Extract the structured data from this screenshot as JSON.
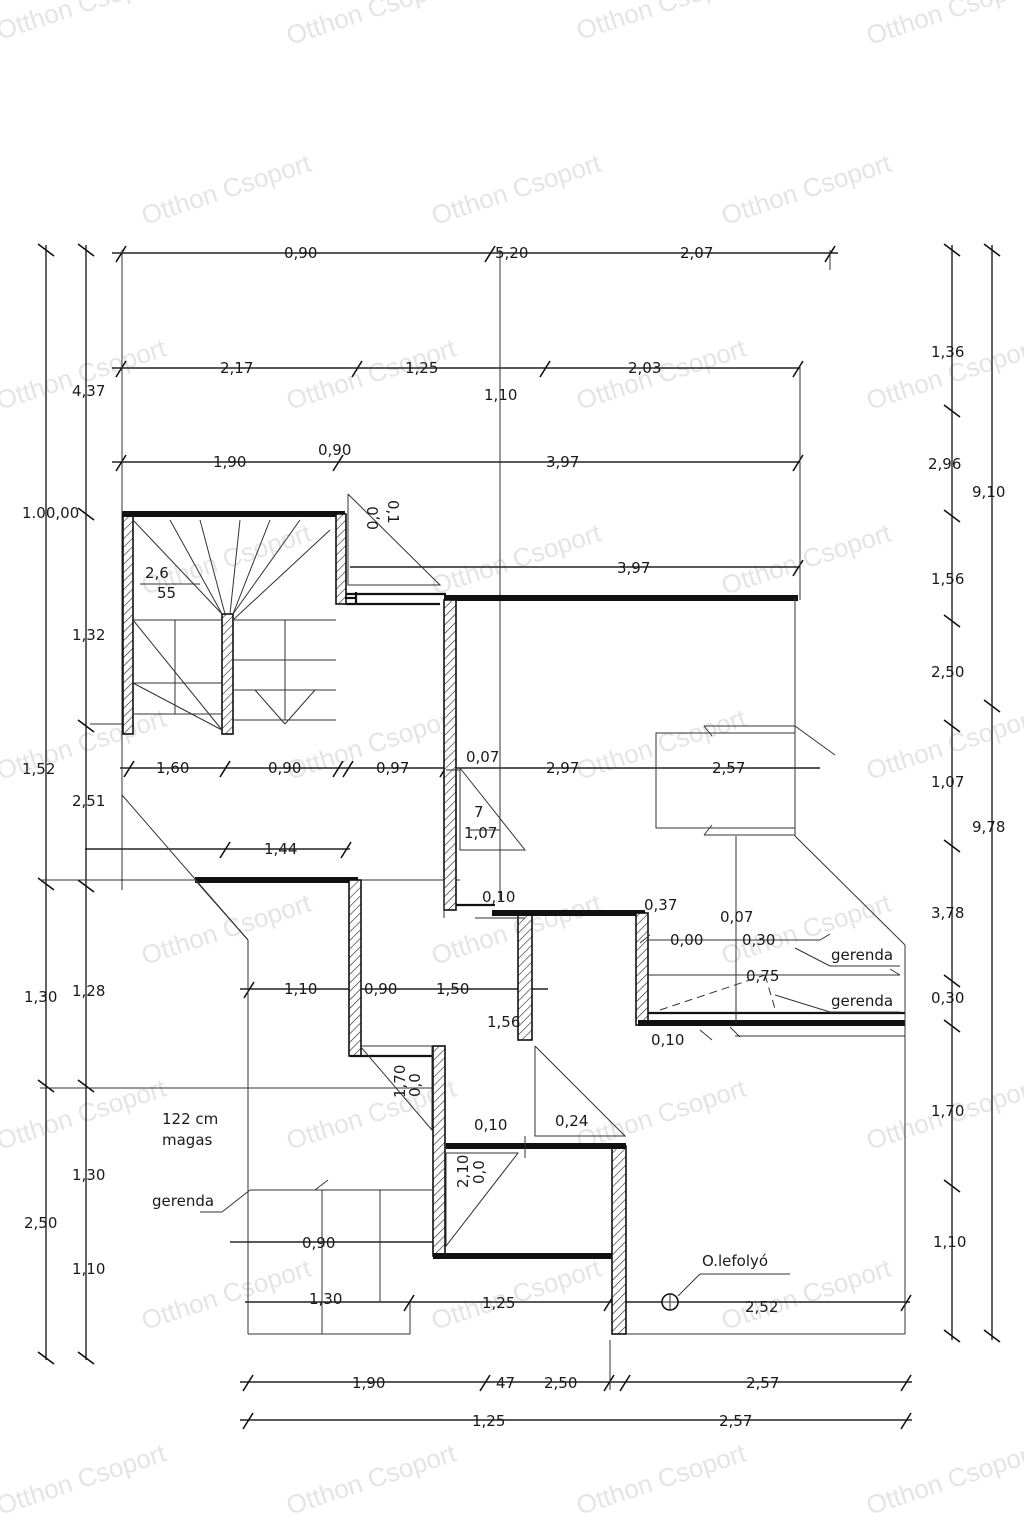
{
  "watermark": "Otthon Csoport",
  "dimensions": {
    "top_row_1": [
      "0,90",
      "5,20",
      "2,07"
    ],
    "top_row_2": [
      "2,17",
      "1,25",
      "2,03"
    ],
    "top_row_2_mid": "1,10",
    "top_row_3": [
      "1,90",
      "0,90",
      "3,97"
    ],
    "mid_room_width": "3,97",
    "level_mark": "1.00,00",
    "stair_labels": [
      "2,6",
      "55"
    ],
    "triangle_top": [
      "0,0",
      "0,1"
    ],
    "row_4": [
      "1,60",
      "0,90",
      "0,97",
      "0,07",
      "2,97",
      "2,57"
    ],
    "triangle_mid": [
      "7",
      "1,07"
    ],
    "row_5": "1,44",
    "small_dims": [
      "0,10",
      "0,37",
      "0,07",
      "0,00",
      "0,30",
      "0,75",
      "0,10"
    ],
    "row_6": [
      "1,10",
      "0,90",
      "1,50"
    ],
    "mid_vertical": "1,56",
    "triangle_low": [
      "0,10",
      "0,24"
    ],
    "triangle_low_rot": [
      "1,70",
      "0,0"
    ],
    "triangle_bottom_rot": [
      "2,10",
      "0,0"
    ],
    "row_7": [
      "0,90"
    ],
    "row_8": [
      "1,30",
      "1,25",
      "2,52"
    ],
    "bottom_row_1": [
      "1,90",
      "47",
      "2,50",
      "2,57"
    ],
    "bottom_row_2": [
      "1,25",
      "2,57"
    ],
    "left_outer": [
      "4,37",
      "1,52",
      "1,30",
      "2,50"
    ],
    "left_inner": [
      "1,32",
      "2,51",
      "1,28",
      "1,30",
      "1,10"
    ],
    "right_inner": [
      "1,36",
      "2,96",
      "1,56",
      "2,50",
      "1,07",
      "3,78",
      "0,30",
      "1,70",
      "1,10"
    ],
    "right_outer": [
      "9,10",
      "9,78"
    ]
  },
  "notes": {
    "height_note_1": "122  cm",
    "height_note_2": "magas",
    "beam_left": "gerenda",
    "beam_right_1": "gerenda",
    "beam_right_2": "gerenda",
    "drain": "O.lefolyó"
  }
}
